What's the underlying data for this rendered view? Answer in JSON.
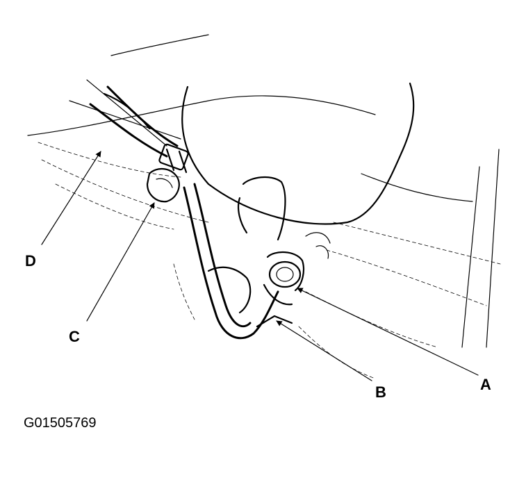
{
  "callouts": {
    "a": "A",
    "b": "B",
    "c": "C",
    "d": "D"
  },
  "figure_id": "G01505769"
}
